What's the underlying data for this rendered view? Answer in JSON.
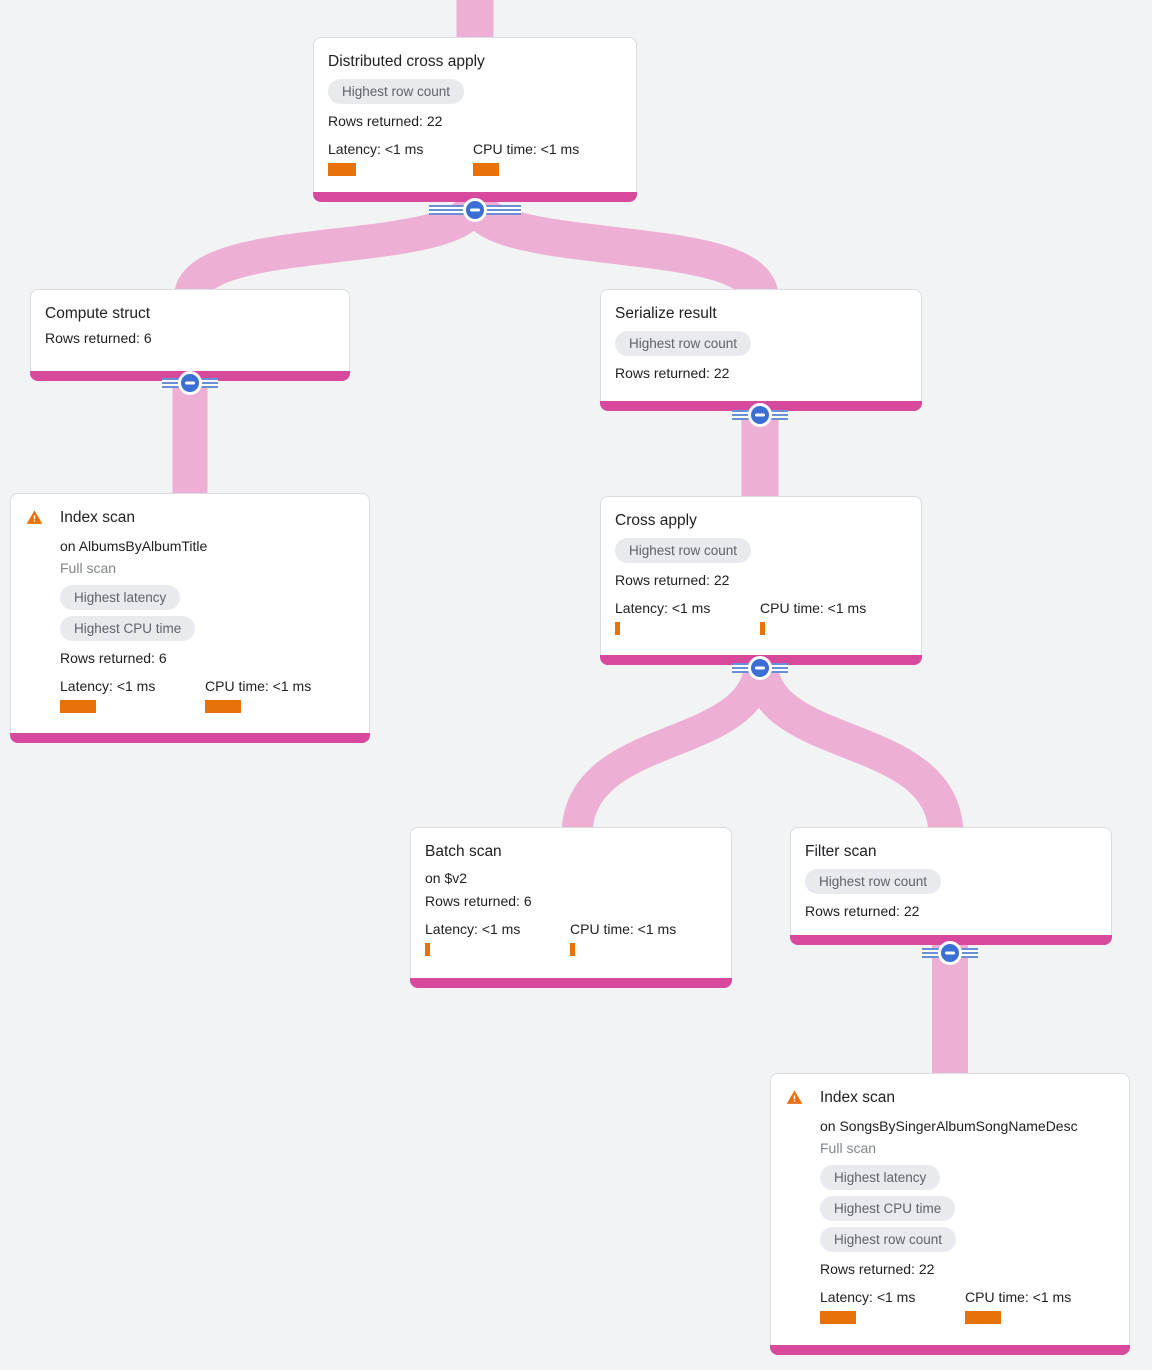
{
  "colors": {
    "background": "#f1f3f4",
    "link_pink": "#eeafd4",
    "node_accent_bar": "#d6499d",
    "metric_bar_orange": "#e8710a",
    "collapse_button_blue": "#3b6fd3",
    "badge_bg": "#e9eaed",
    "badge_text": "#5f6368",
    "warning_orange": "#e8710a"
  },
  "nodes": [
    {
      "id": "distributed-cross-apply",
      "title": "Distributed cross apply",
      "badges": [
        "Highest row count"
      ],
      "rows_returned": "Rows returned: 22",
      "latency_label": "Latency: <1 ms",
      "cpu_label": "CPU time: <1 ms",
      "latency_bar": 28,
      "cpu_bar": 26
    },
    {
      "id": "compute-struct",
      "title": "Compute struct",
      "rows_returned": "Rows returned: 6"
    },
    {
      "id": "serialize-result",
      "title": "Serialize result",
      "badges": [
        "Highest row count"
      ],
      "rows_returned": "Rows returned: 22"
    },
    {
      "id": "index-scan-albums",
      "title": "Index scan",
      "warning": true,
      "subtitle": "on AlbumsByAlbumTitle",
      "scan_type": "Full scan",
      "badges": [
        "Highest latency",
        "Highest CPU time"
      ],
      "rows_returned": "Rows returned: 6",
      "latency_label": "Latency: <1 ms",
      "cpu_label": "CPU time: <1 ms",
      "latency_bar": 36,
      "cpu_bar": 36
    },
    {
      "id": "cross-apply",
      "title": "Cross apply",
      "badges": [
        "Highest row count"
      ],
      "rows_returned": "Rows returned: 22",
      "latency_label": "Latency: <1 ms",
      "cpu_label": "CPU time: <1 ms",
      "latency_bar": 5,
      "cpu_bar": 5
    },
    {
      "id": "batch-scan",
      "title": "Batch scan",
      "subtitle": "on $v2",
      "rows_returned": "Rows returned: 6",
      "latency_label": "Latency: <1 ms",
      "cpu_label": "CPU time: <1 ms",
      "latency_bar": 5,
      "cpu_bar": 5
    },
    {
      "id": "filter-scan",
      "title": "Filter scan",
      "badges": [
        "Highest row count"
      ],
      "rows_returned": "Rows returned: 22"
    },
    {
      "id": "index-scan-songs",
      "title": "Index scan",
      "warning": true,
      "subtitle": "on SongsBySingerAlbumSongNameDesc",
      "scan_type": "Full scan",
      "badges": [
        "Highest latency",
        "Highest CPU time",
        "Highest row count"
      ],
      "rows_returned": "Rows returned: 22",
      "latency_label": "Latency: <1 ms",
      "cpu_label": "CPU time: <1 ms",
      "latency_bar": 36,
      "cpu_bar": 36
    }
  ],
  "edges": [
    {
      "from": "parent-offscreen",
      "to": "distributed-cross-apply"
    },
    {
      "from": "distributed-cross-apply",
      "to": "compute-struct"
    },
    {
      "from": "distributed-cross-apply",
      "to": "serialize-result"
    },
    {
      "from": "compute-struct",
      "to": "index-scan-albums"
    },
    {
      "from": "serialize-result",
      "to": "cross-apply"
    },
    {
      "from": "cross-apply",
      "to": "batch-scan"
    },
    {
      "from": "cross-apply",
      "to": "filter-scan"
    },
    {
      "from": "filter-scan",
      "to": "index-scan-songs"
    }
  ]
}
